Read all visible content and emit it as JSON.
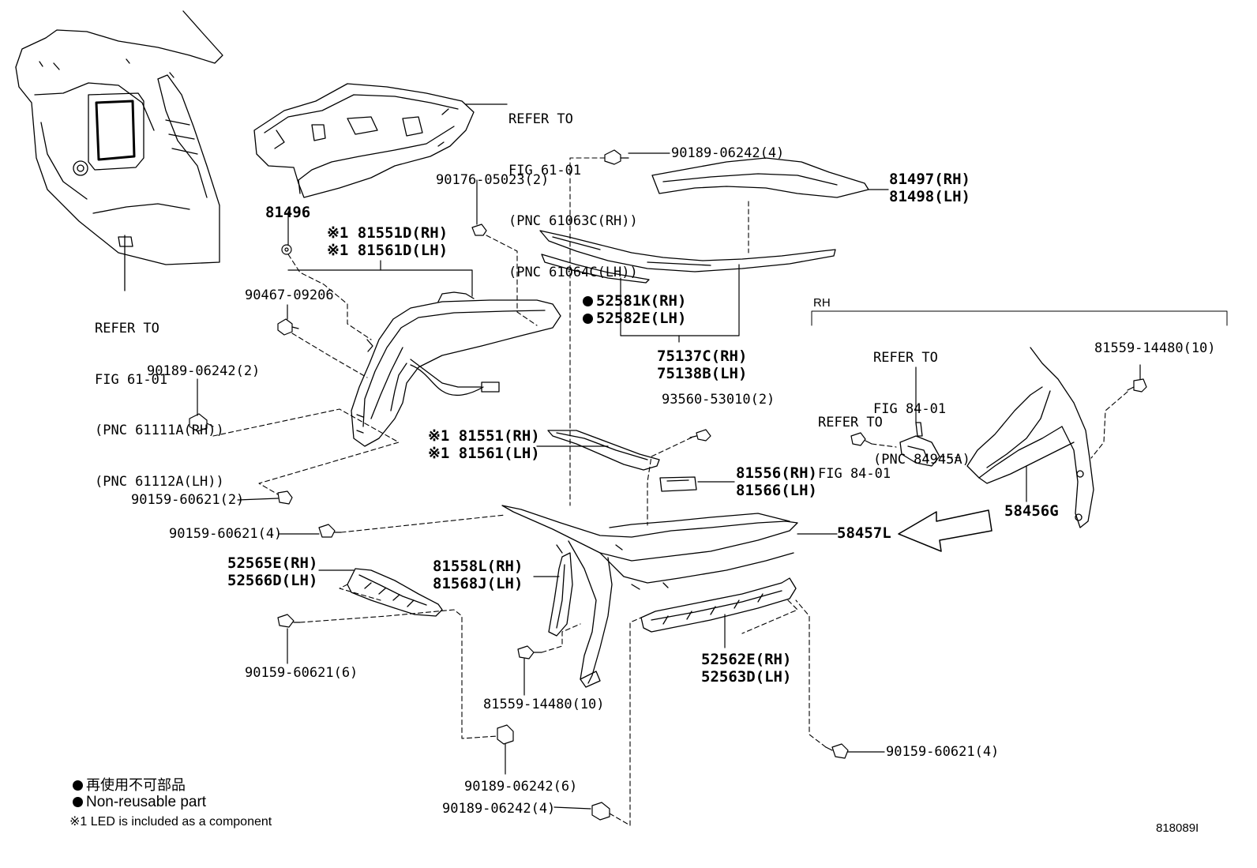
{
  "labels": {
    "refer_61_top": [
      "REFER TO",
      "FIG 61-01",
      "(PNC 61063C(RH))",
      "(PNC 61064C(LH))"
    ],
    "refer_61_left": [
      "REFER TO",
      "FIG 61-01",
      "(PNC 61111A(RH))",
      "(PNC 61112A(LH))"
    ],
    "refer_84_a": [
      "REFER TO",
      "FIG 84-01",
      "(PNC 84945A)"
    ],
    "refer_84_b": [
      "REFER TO",
      "FIG 84-01"
    ],
    "p_90189_06242_4_top": "90189-06242(4)",
    "p_90176_05023_2": "90176-05023(2)",
    "p_81496": "81496",
    "p_81551d_rh": "※1 81551D(RH)",
    "p_81561d_lh": "※1 81561D(LH)",
    "p_90467_09206": "90467-09206",
    "p_90189_06242_2": "90189-06242(2)",
    "p_90159_60621_2": "90159-60621(2)",
    "p_90159_60621_4_mid": "90159-60621(4)",
    "p_81497_rh": "81497(RH)",
    "p_81498_lh": "81498(LH)",
    "p_52581k_rh": "52581K(RH)",
    "p_52582e_lh": "52582E(LH)",
    "p_75137c_rh": "75137C(RH)",
    "p_75138b_lh": "75138B(LH)",
    "p_93560_53010_2": "93560-53010(2)",
    "p_81551_rh": "※1 81551(RH)",
    "p_81561_lh": "※1 81561(LH)",
    "p_81556_rh": "81556(RH)",
    "p_81566_lh": "81566(LH)",
    "p_58457l": "58457L",
    "p_58456g": "58456G",
    "p_81559_14480_10_rh": "81559-14480(10)",
    "p_52565e_rh": "52565E(RH)",
    "p_52566d_lh": "52566D(LH)",
    "p_81558l_rh": "81558L(RH)",
    "p_81568j_lh": "81568J(LH)",
    "p_90159_60621_6": "90159-60621(6)",
    "p_81559_14480_10_bottom": "81559-14480(10)",
    "p_52562e_rh": "52562E(RH)",
    "p_52563d_lh": "52563D(LH)",
    "p_90159_60621_4_right": "90159-60621(4)",
    "p_90189_06242_6": "90189-06242(6)",
    "p_90189_06242_4_bottom": "90189-06242(4)",
    "rh_group": "RH"
  },
  "legend": {
    "jp": "再使用不可部品",
    "en": "Non-reusable part",
    "led": "※1 LED is included as a component"
  },
  "figure_id": "818089I"
}
